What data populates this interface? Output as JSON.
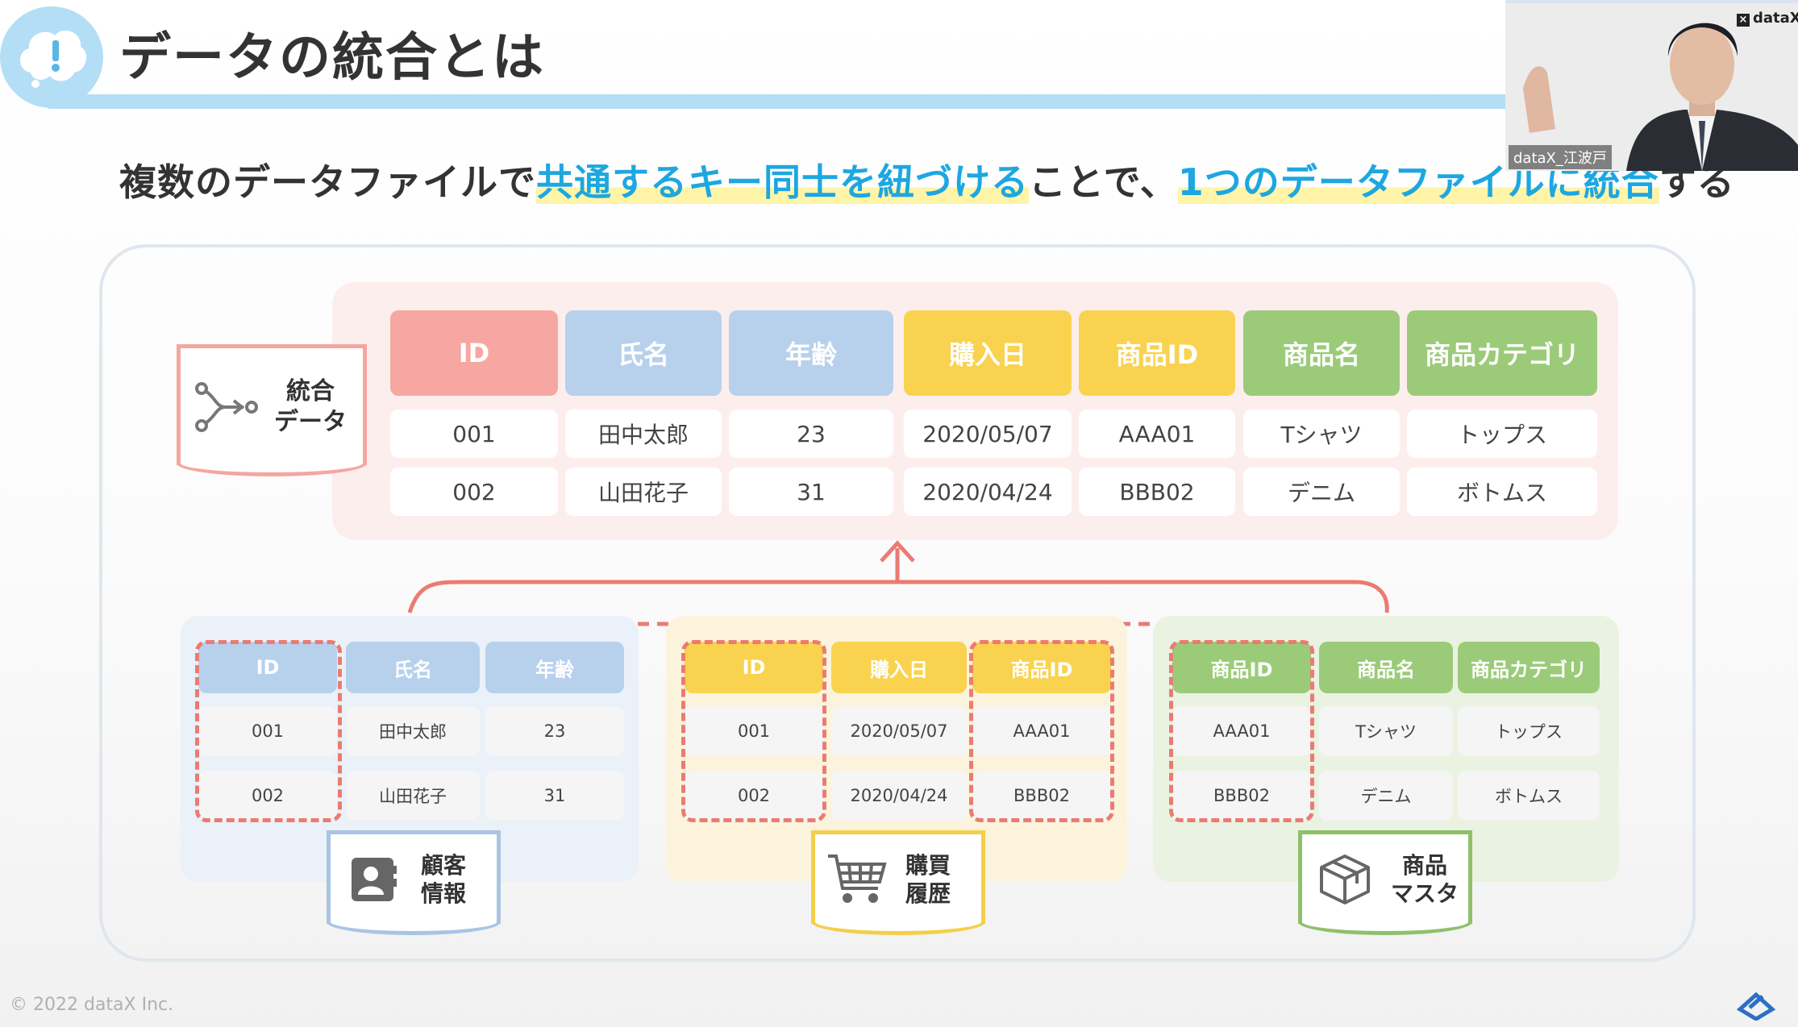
{
  "header": {
    "title": "データの統合とは",
    "subtitle_parts": {
      "p1": "複数のデータファイルで",
      "p2": "共通するキー同士を紐づける",
      "p3": "ことで、",
      "p4": "1つのデータファイルに統合",
      "p5": "する"
    }
  },
  "merged": {
    "label": "統合\nデータ",
    "icon": "merge-icon",
    "headers": [
      "ID",
      "氏名",
      "年齢",
      "購入日",
      "商品ID",
      "商品名",
      "商品カテゴリ"
    ],
    "rows": [
      [
        "001",
        "田中太郎",
        "23",
        "2020/05/07",
        "AAA01",
        "Tシャツ",
        "トップス"
      ],
      [
        "002",
        "山田花子",
        "31",
        "2020/04/24",
        "BBB02",
        "デニム",
        "ボトムス"
      ]
    ]
  },
  "customer": {
    "label": "顧客\n情報",
    "icon": "contact-card-icon",
    "headers": [
      "ID",
      "氏名",
      "年齢"
    ],
    "rows": [
      [
        "001",
        "田中太郎",
        "23"
      ],
      [
        "002",
        "山田花子",
        "31"
      ]
    ]
  },
  "purchase": {
    "label": "購買\n履歴",
    "icon": "shopping-cart-icon",
    "headers": [
      "ID",
      "購入日",
      "商品ID"
    ],
    "rows": [
      [
        "001",
        "2020/05/07",
        "AAA01"
      ],
      [
        "002",
        "2020/04/24",
        "BBB02"
      ]
    ]
  },
  "product": {
    "label": "商品\nマスタ",
    "icon": "box-icon",
    "headers": [
      "商品ID",
      "商品名",
      "商品カテゴリ"
    ],
    "rows": [
      [
        "AAA01",
        "Tシャツ",
        "トップス"
      ],
      [
        "BBB02",
        "デニム",
        "ボトムス"
      ]
    ]
  },
  "footer": {
    "copyright": "© 2022 dataX Inc."
  },
  "video": {
    "name": "dataX_江波戸",
    "logo": "dataX"
  },
  "colors": {
    "id": "#f7a7a1",
    "customer": "#b7d1ed",
    "purchase": "#f9d34f",
    "product": "#9bcb79",
    "accent": "#1da7e0",
    "connector": "#eb7b72"
  }
}
